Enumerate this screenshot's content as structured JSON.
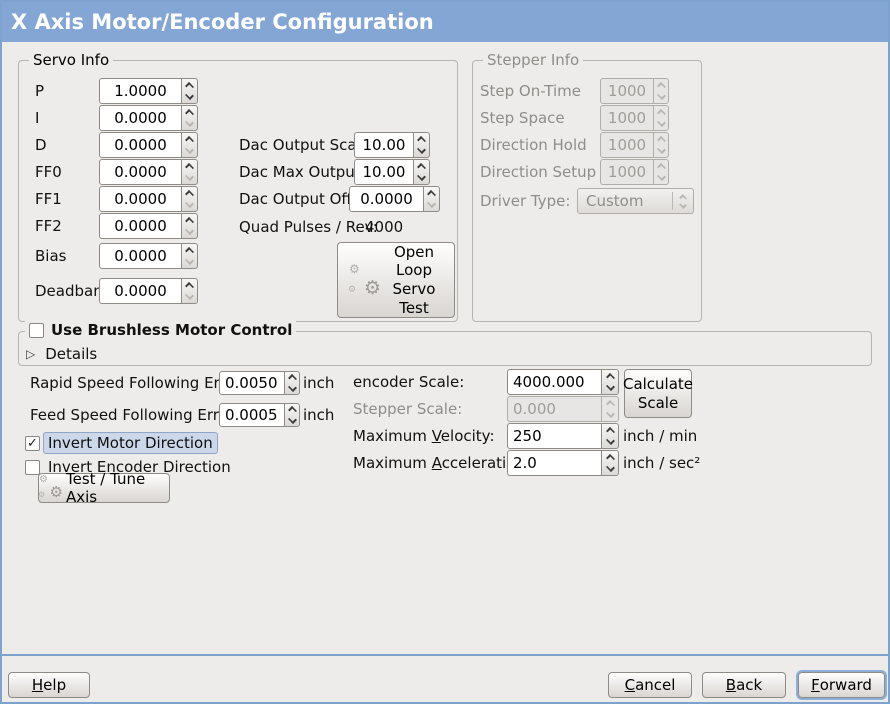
{
  "title": "X Axis Motor/Encoder Configuration",
  "icons": {
    "gear": "⚙",
    "expander": "▷"
  },
  "servo_info": {
    "title": "Servo Info",
    "params": [
      {
        "label": "P",
        "value": "1.0000"
      },
      {
        "label": "I",
        "value": "0.0000"
      },
      {
        "label": "D",
        "value": "0.0000"
      },
      {
        "label": "FF0",
        "value": "0.0000"
      },
      {
        "label": "FF1",
        "value": "0.0000"
      },
      {
        "label": "FF2",
        "value": "0.0000"
      },
      {
        "label": "Bias",
        "value": "0.0000"
      },
      {
        "label": "Deadband",
        "value": "0.0000"
      }
    ],
    "dac_output_scale": {
      "label": "Dac Output Scale:",
      "value": "10.00"
    },
    "dac_max_output": {
      "label": "Dac Max Output:",
      "value": "10.00"
    },
    "dac_output_offset": {
      "label": "Dac Output Offset:",
      "value": "0.0000"
    },
    "quad_pulses": {
      "label": "Quad Pulses / Rev:",
      "value": "4000"
    },
    "open_loop_button": "Open Loop Servo Test"
  },
  "stepper_info": {
    "title": "Stepper Info",
    "params": [
      {
        "label": "Step On-Time",
        "value": "1000"
      },
      {
        "label": "Step Space",
        "value": "1000"
      },
      {
        "label": "Direction Hold",
        "value": "1000"
      },
      {
        "label": "Direction Setup",
        "value": "1000"
      }
    ],
    "driver_type": {
      "label": "Driver Type:",
      "value": "Custom"
    }
  },
  "brushless": {
    "label": "Use Brushless Motor Control",
    "checked": false,
    "check_mark": "",
    "details_label": "Details"
  },
  "following_error": {
    "rapid": {
      "label": "Rapid Speed Following Error:",
      "value": "0.0050",
      "unit": "inch"
    },
    "feed": {
      "label": "Feed Speed Following Error:",
      "value": "0.0005",
      "unit": "inch"
    }
  },
  "invert": {
    "motor": {
      "label": "Invert Motor Direction",
      "checked": true,
      "check_mark": "✓"
    },
    "encoder": {
      "label": "Invert Encoder Direction",
      "checked": false,
      "check_mark": ""
    }
  },
  "test_tune_button": "Test / Tune Axis",
  "scale": {
    "encoder_label": "encoder Scale:",
    "encoder_value": "4000.000",
    "calculate_button": "Calculate Scale",
    "stepper_label": "Stepper Scale:",
    "stepper_value": "0.000",
    "velocity_label": "Maximum _Velocity:",
    "velocity_value": "250",
    "velocity_unit": "inch / min",
    "accel_label": "Maximum _Acceleration:",
    "accel_value": "2.0",
    "accel_unit": "inch / sec²"
  },
  "footer": {
    "help": "_Help",
    "cancel": "_Cancel",
    "back": "_Back",
    "forward": "_Forward"
  }
}
